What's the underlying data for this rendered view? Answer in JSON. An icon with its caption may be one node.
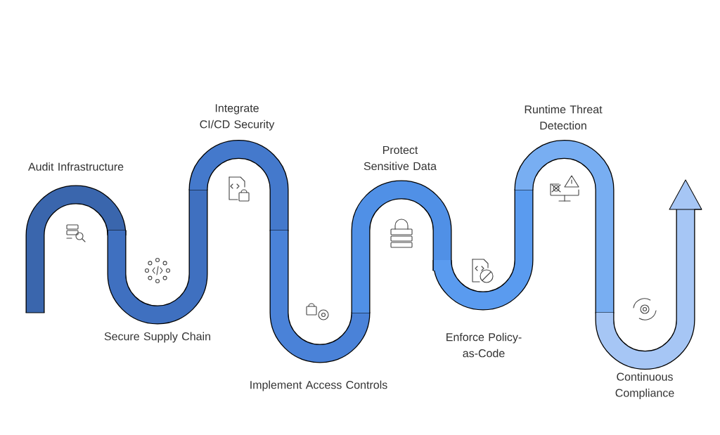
{
  "diagram": {
    "nodes": [
      {
        "text": [
          "Audit Infrastructure"
        ]
      },
      {
        "text": [
          "Secure Supply Chain"
        ]
      },
      {
        "text": [
          "Integrate CI/CD Security"
        ]
      },
      {
        "text": [
          "Implement Access Controls"
        ]
      },
      {
        "text": [
          "Protect Sensitive Data"
        ]
      },
      {
        "text": [
          "Enforce Policy-as-Code"
        ]
      },
      {
        "text": [
          "Runtime Threat Detection"
        ]
      },
      {
        "text": [
          "Continuous Compliance"
        ]
      }
    ]
  }
}
